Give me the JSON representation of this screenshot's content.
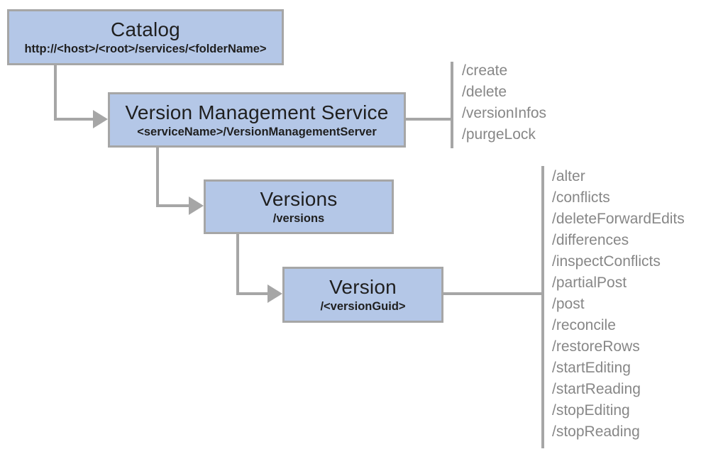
{
  "diagram": {
    "colors": {
      "box_fill": "#b4c7e7",
      "box_border": "#a6a6a6",
      "connector": "#a6a6a6",
      "ops_text": "#878787",
      "title_text": "#1f1f1f"
    },
    "nodes": [
      {
        "id": "catalog",
        "title": "Catalog",
        "subtitle": "http://<host>/<root>/services/<folderName>"
      },
      {
        "id": "version-management-service",
        "title": "Version Management Service",
        "subtitle": "<serviceName>/VersionManagementServer"
      },
      {
        "id": "versions",
        "title": "Versions",
        "subtitle": "/versions"
      },
      {
        "id": "version",
        "title": "Version",
        "subtitle": "/<versionGuid>"
      }
    ],
    "operation_groups": [
      {
        "parent": "version-management-service",
        "operations": [
          "/create",
          "/delete",
          "/versionInfos",
          "/purgeLock"
        ]
      },
      {
        "parent": "version",
        "operations": [
          "/alter",
          "/conflicts",
          "/deleteForwardEdits",
          "/differences",
          "/inspectConflicts",
          "/partialPost",
          "/post",
          "/reconcile",
          "/restoreRows",
          "/startEditing",
          "/startReading",
          "/stopEditing",
          "/stopReading"
        ]
      }
    ]
  }
}
